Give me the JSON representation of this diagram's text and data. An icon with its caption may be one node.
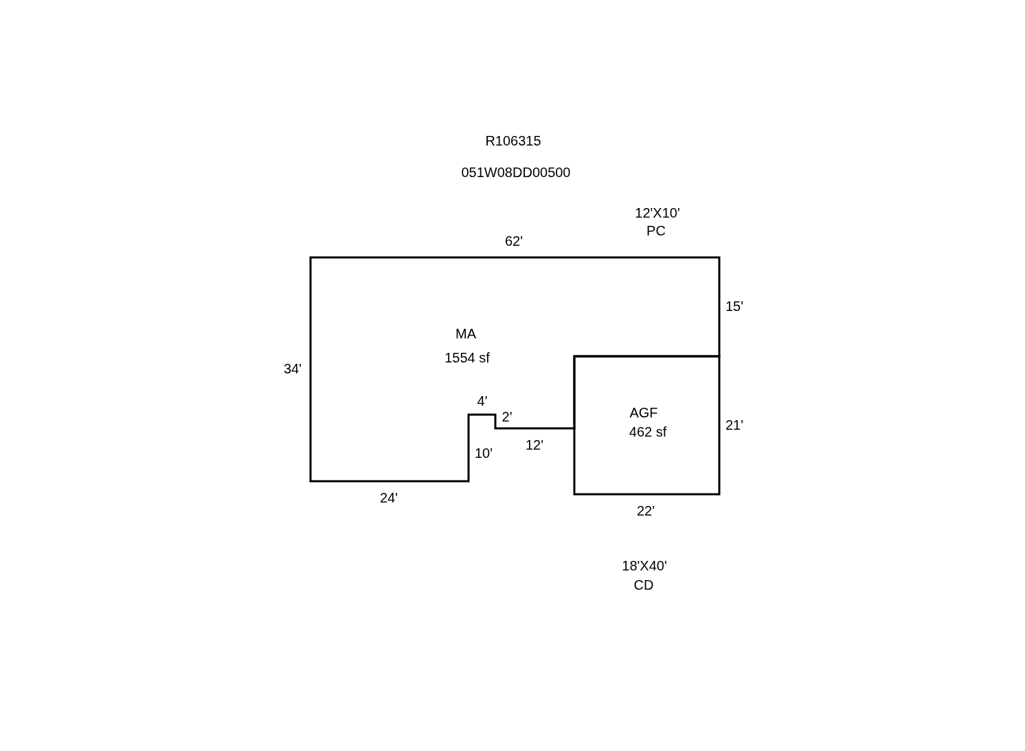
{
  "diagram": {
    "nodes": [
      {
        "text": [
          "MA",
          "1554 sf"
        ]
      },
      {
        "text": [
          "AGF",
          "462 sf"
        ]
      }
    ],
    "edges": [],
    "labels": [
      "R106315",
      "051W08DD00500",
      "12'X10'",
      "PC",
      "62'",
      "15'",
      "34'",
      "4'",
      "2'",
      "21'",
      "12'",
      "10'",
      "24'",
      "22'",
      "18'X40'",
      "CD"
    ]
  }
}
